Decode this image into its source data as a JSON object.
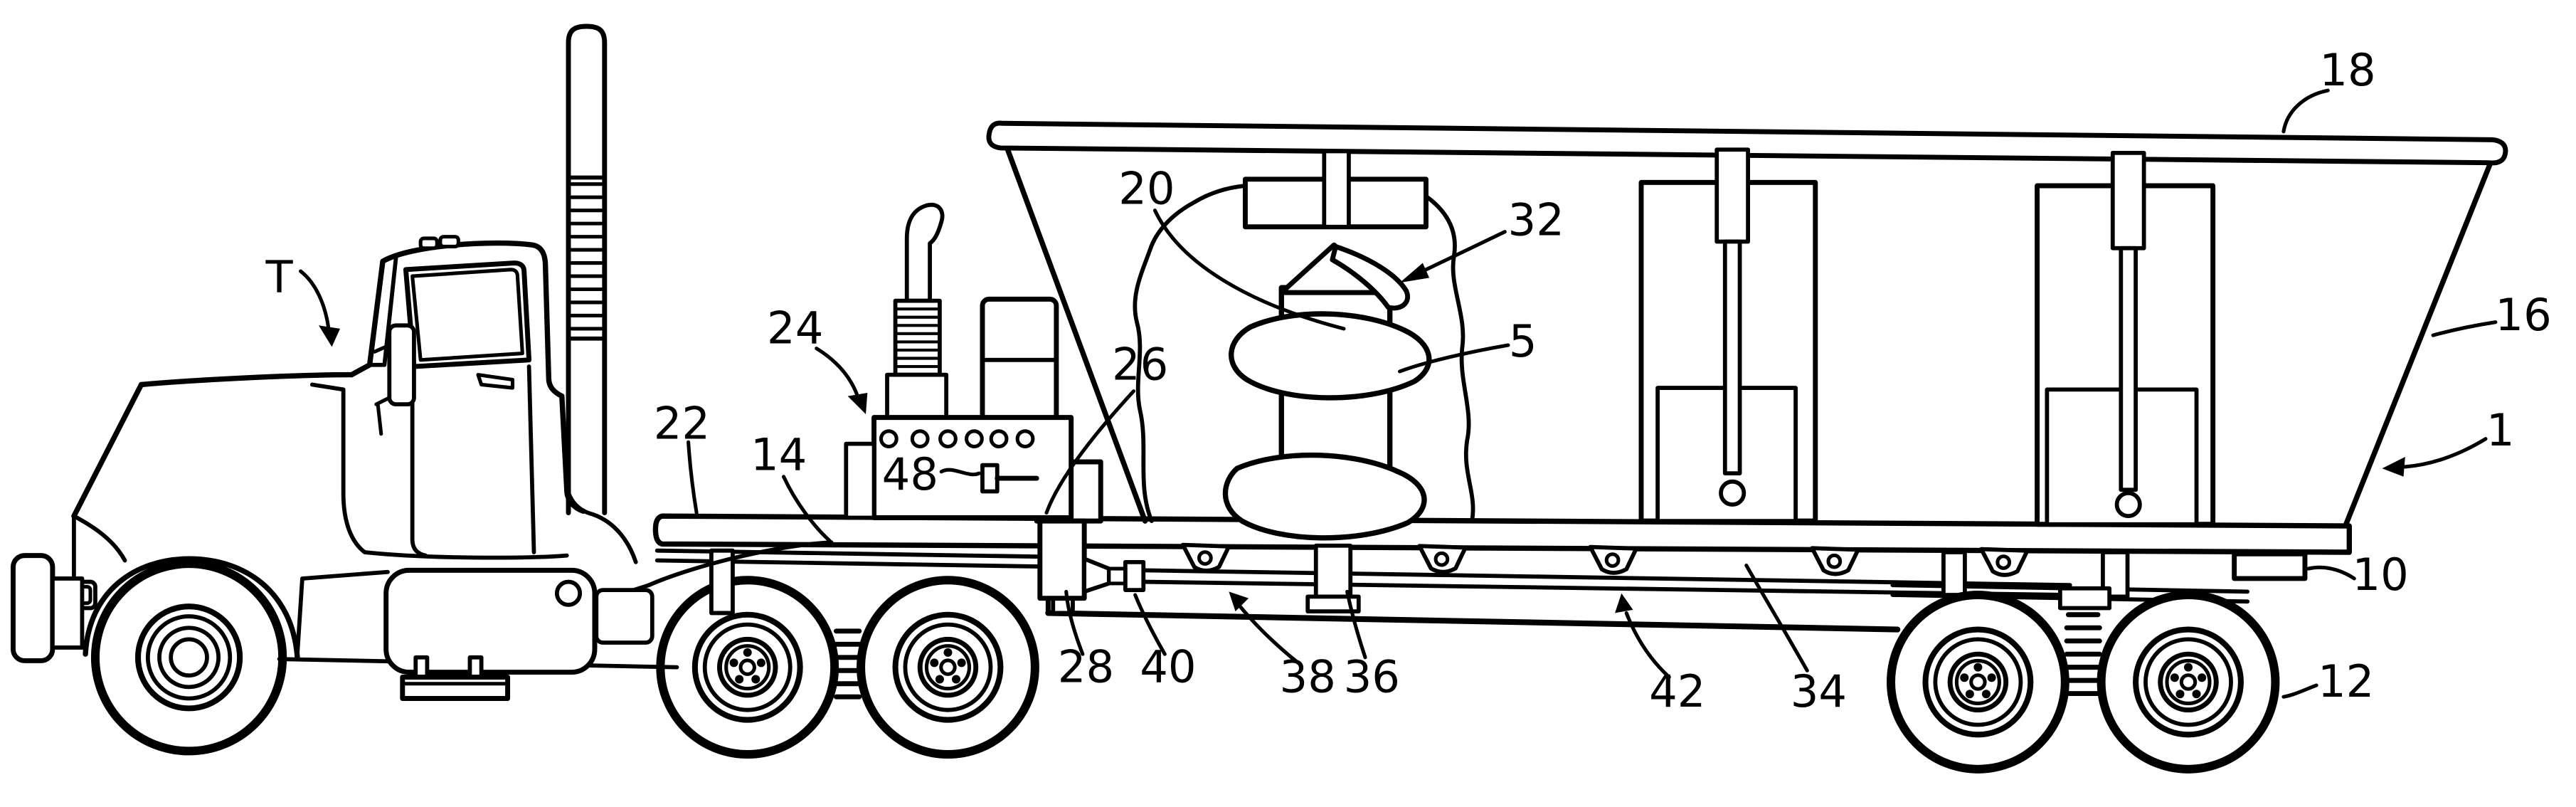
{
  "figure": {
    "kind": "patent-line-drawing",
    "subject": "semi truck tractor with auger mixing trailer, side elevation",
    "labels": {
      "t": "T",
      "l1": "1",
      "l5": "5",
      "l10": "10",
      "l12": "12",
      "l14": "14",
      "l16": "16",
      "l18": "18",
      "l20": "20",
      "l22": "22",
      "l24": "24",
      "l26": "26",
      "l28": "28",
      "l32": "32",
      "l34": "34",
      "l36": "36",
      "l38": "38",
      "l40": "40",
      "l42": "42",
      "l48": "48"
    },
    "colors": {
      "ink": "#000000",
      "paper": "#ffffff"
    }
  }
}
